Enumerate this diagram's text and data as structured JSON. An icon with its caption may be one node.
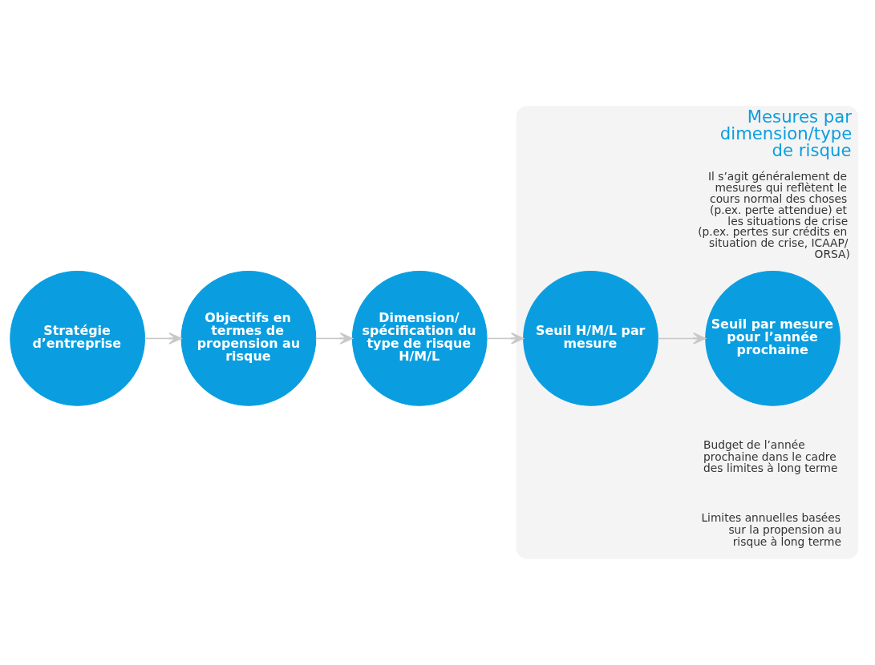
{
  "diagram": {
    "nodes": [
      {
        "text": [
          "Stratégie d’entreprise"
        ]
      },
      {
        "text": [
          "Objectifs en termes de propension au risque"
        ]
      },
      {
        "text": [
          "Dimension/ spécification du type de risque H/M/L"
        ]
      },
      {
        "text": [
          "Mesures par dimension/type de risque",
          "Il s’agit généralement de mesures qui reflètent le cours normal des choses (p.ex. perte attendue) et les situations de crise (p.ex. pertes sur crédits en situation de crise, ICAAP/ ORSA)"
        ]
      },
      {
        "text": [
          "Seuil H/M/L par mesure"
        ],
        "in": 3
      },
      {
        "text": [
          "Seuil par mesure pour l’année prochaine"
        ],
        "in": 3,
        "beside": [
          "Budget de l’année prochaine dans le cadre des limites à long terme",
          "Limites annuelles basées sur la propension au risque à long terme"
        ]
      }
    ],
    "edges": [
      {
        "from": 0,
        "to": 1,
        "arrow": "to"
      },
      {
        "from": 1,
        "to": 2,
        "arrow": "to"
      },
      {
        "from": 2,
        "to": 4,
        "arrow": "to"
      },
      {
        "from": 4,
        "to": 5,
        "arrow": "to"
      }
    ]
  }
}
